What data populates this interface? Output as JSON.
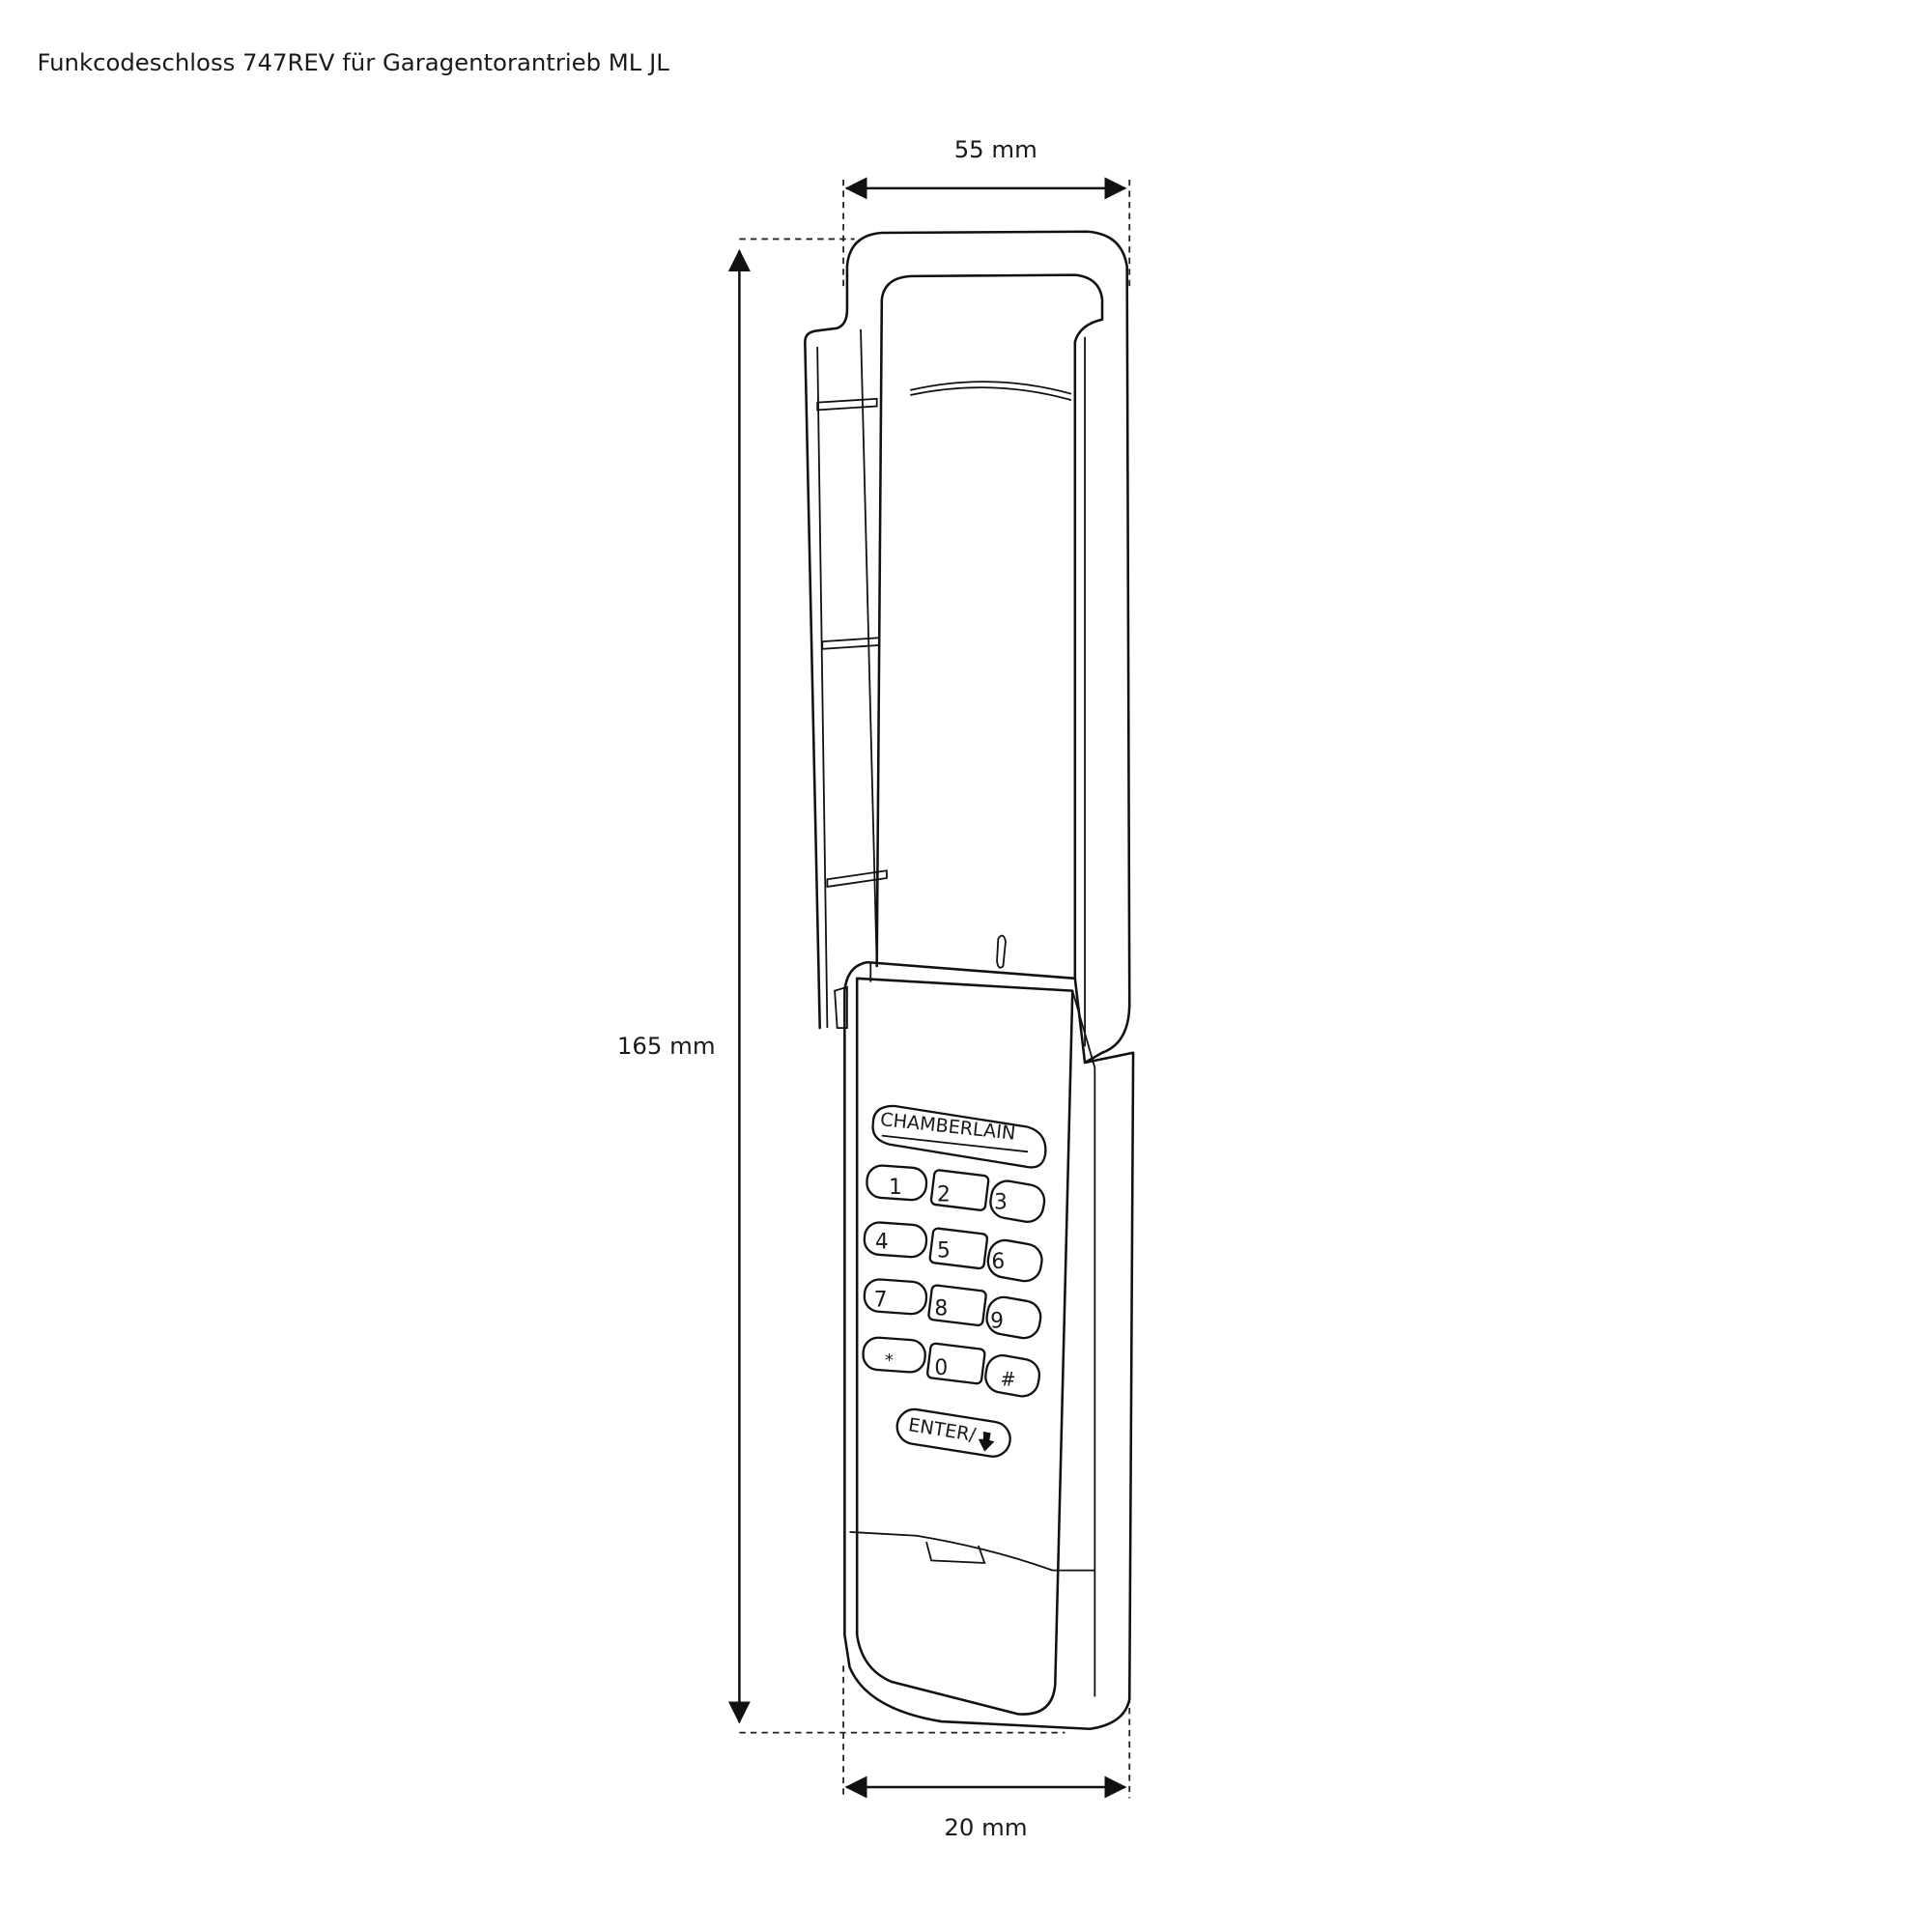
{
  "title": "Funkcodeschloss 747REV für Garagentorantrieb ML JL",
  "dimensions": {
    "width": "55 mm",
    "height": "165 mm",
    "depth": "20 mm"
  },
  "device": {
    "brand": "CHAMBERLAIN",
    "keys": [
      "1",
      "2",
      "3",
      "4",
      "5",
      "6",
      "7",
      "8",
      "9",
      "*",
      "0",
      "#"
    ],
    "enter_label": "ENTER/"
  }
}
